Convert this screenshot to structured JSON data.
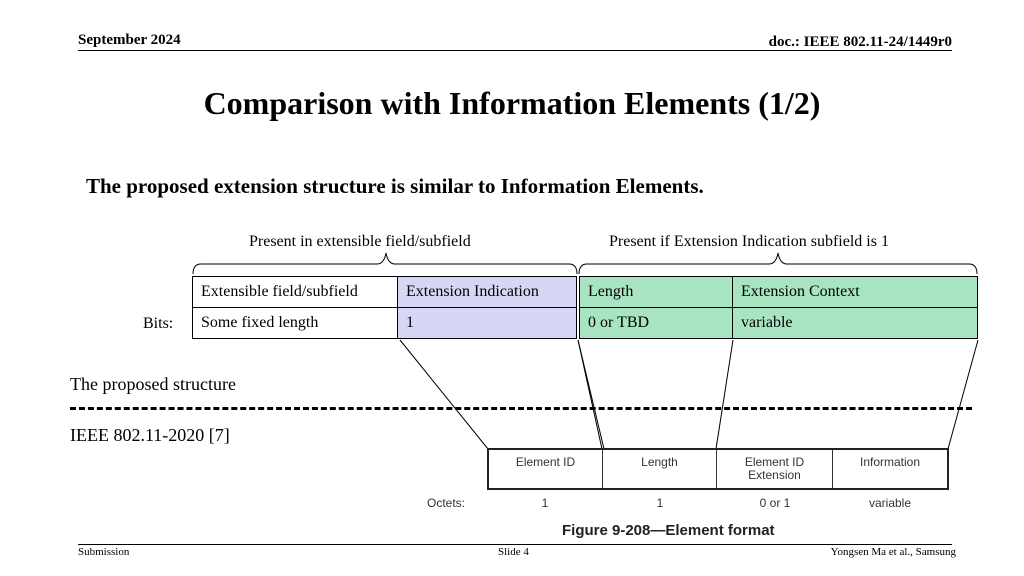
{
  "header": {
    "date": "September 2024",
    "doc": "doc.: IEEE 802.11-24/1449r0"
  },
  "title": "Comparison with Information Elements (1/2)",
  "subtitle": "The proposed extension structure is similar to Information Elements.",
  "captions": {
    "left": "Present in extensible field/subfield",
    "right": "Present if Extension Indication subfield is 1"
  },
  "proposed_table": {
    "row_label": "Bits:",
    "fields": [
      {
        "name": "Extensible field/subfield",
        "bits": "Some fixed length",
        "color": "#ffffff"
      },
      {
        "name": "Extension Indication",
        "bits": "1",
        "color": "#d7d7f5"
      },
      {
        "name": "Length",
        "bits": "0 or TBD",
        "color": "#a8e4c2"
      },
      {
        "name": "Extension Context",
        "bits": "variable",
        "color": "#a8e4c2"
      }
    ]
  },
  "labels": {
    "proposed": "The proposed structure",
    "ieee": "IEEE 802.11-2020 [7]"
  },
  "figure": {
    "octets_label": "Octets:",
    "fields": [
      {
        "name": "Element ID",
        "octets": "1"
      },
      {
        "name": "Length",
        "octets": "1"
      },
      {
        "name": "Element ID\nExtension",
        "octets": "0 or 1"
      },
      {
        "name": "Information",
        "octets": "variable"
      }
    ],
    "caption": "Figure 9-208—Element format"
  },
  "footer": {
    "left": "Submission",
    "center": "Slide 4",
    "right": "Yongsen Ma et al., Samsung"
  }
}
